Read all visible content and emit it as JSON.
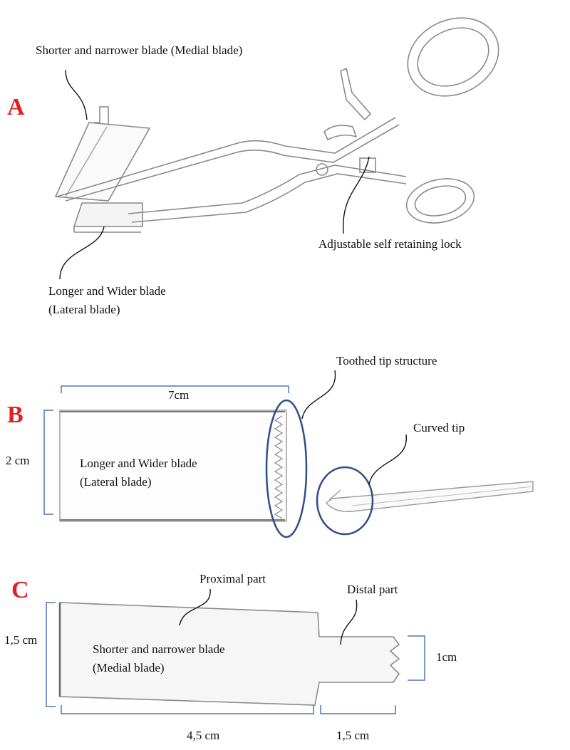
{
  "panels": {
    "a": {
      "letter": "A",
      "label_medial": "Shorter and narrower blade (Medial blade)",
      "label_lock": "Adjustable self retaining lock",
      "label_lateral": "Longer and Wider blade (Lateral blade)"
    },
    "b": {
      "letter": "B",
      "dim_length": "7cm",
      "dim_width": "2 cm",
      "blade_label_line1": "Longer and Wider blade",
      "blade_label_line2": "(Lateral blade)",
      "label_toothed": "Toothed tip structure",
      "label_curved": "Curved tip"
    },
    "c": {
      "letter": "C",
      "label_proximal": "Proximal part",
      "label_distal": "Distal part",
      "blade_label_line1": "Shorter and narrower blade",
      "blade_label_line2": "(Medial blade)",
      "dim_height": "1,5 cm",
      "dim_tip_height": "1cm",
      "dim_proximal_length": "4,5 cm",
      "dim_distal_length": "1,5 cm"
    }
  },
  "colors": {
    "letter": "#e02020",
    "bracket": "#4a78b8",
    "ellipse": "#2f4f86",
    "sketch": "#888888",
    "leader": "#111111"
  }
}
